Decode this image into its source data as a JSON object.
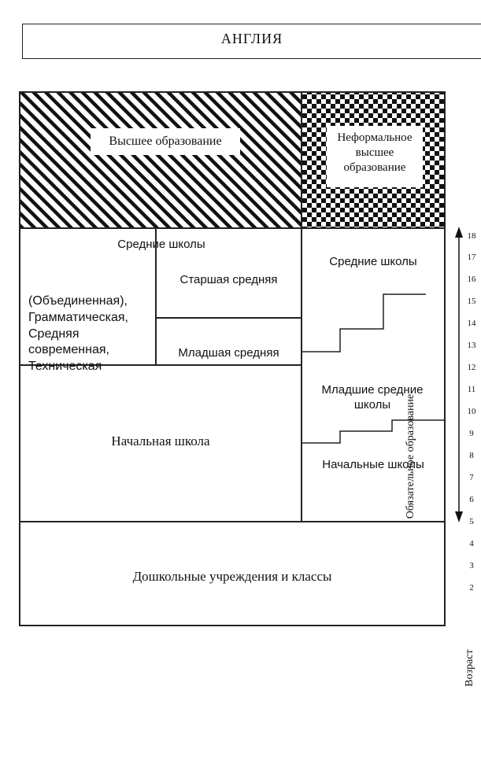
{
  "title": "АНГЛИЯ",
  "higher_education": "Высшее образование",
  "informal_higher_education": "Неформальное высшее образование",
  "secondary_schools_left": "Средние школы",
  "senior_secondary": "Старшая средняя",
  "junior_secondary": "Младшая средняя",
  "school_types": "(Объединенная), Грамматическая, Средняя современная, Техническая",
  "primary_school": "Начальная школа",
  "secondary_schools_right": "Средние школы",
  "junior_middle_schools": "Младшие средние школы",
  "primary_schools_right": "Начальные школы",
  "preschool": "Дошкольные учреждения и классы",
  "compulsory_education": "Обязательное образование",
  "age_label": "Возраст",
  "ages": [
    "18",
    "17",
    "16",
    "15",
    "14",
    "13",
    "12",
    "11",
    "10",
    "9",
    "8",
    "7",
    "6",
    "5",
    "4",
    "3",
    "2"
  ]
}
